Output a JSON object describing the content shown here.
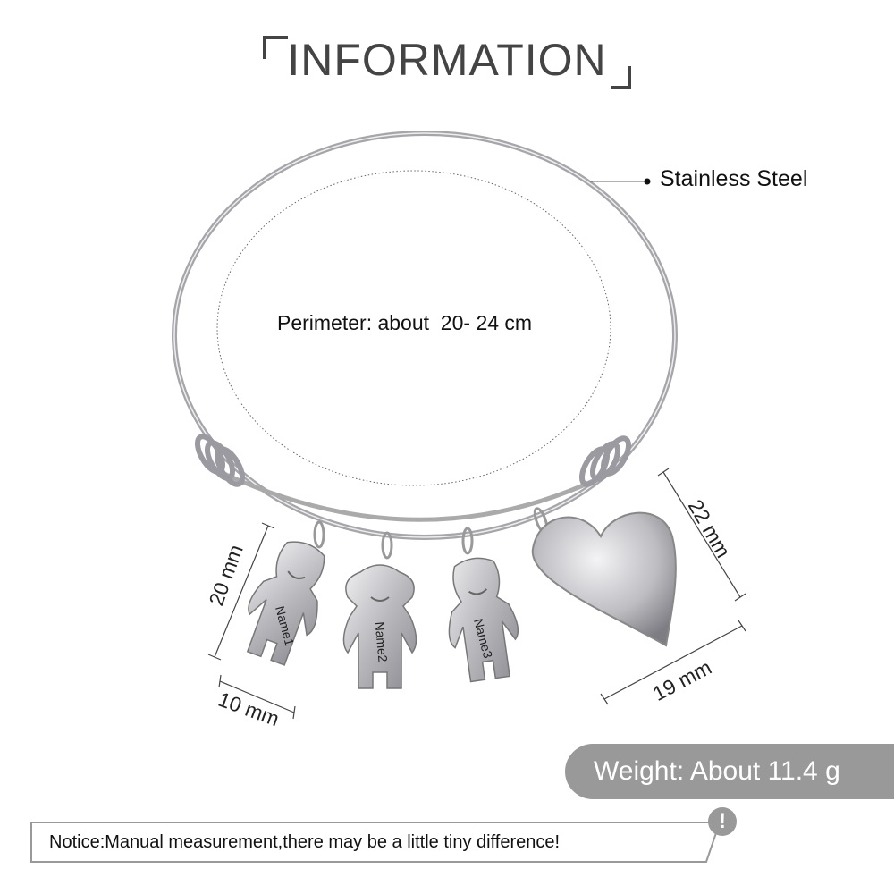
{
  "title": "INFORMATION",
  "material": "Stainless Steel",
  "perimeter": "Perimeter: about  20- 24 cm",
  "dimensions": {
    "charm_height": "20 mm",
    "charm_width": "10 mm",
    "heart_height": "22 mm",
    "heart_width": "19 mm"
  },
  "charms": [
    "Name1",
    "Name2",
    "Name3"
  ],
  "weight": "Weight: About 11.4 g",
  "notice": "Notice:Manual measurement,there may be a little tiny difference!",
  "notice_icon": "!",
  "colors": {
    "badge": "#999999",
    "text": "#444444",
    "metal": "#c8c8cc"
  }
}
